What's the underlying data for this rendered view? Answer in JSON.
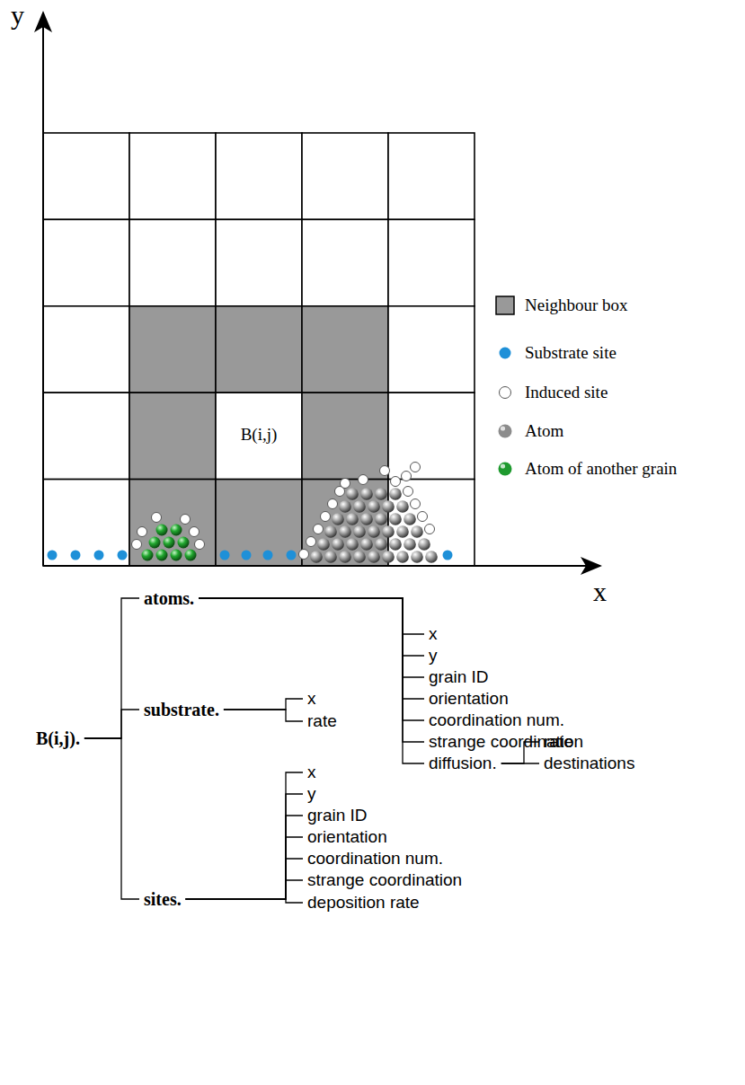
{
  "diagram": {
    "nodes": [
      {
        "text": [
          "B(i,j)"
        ]
      },
      {
        "text": [
          "B(i,j)."
        ]
      },
      {
        "text": [
          "atoms."
        ]
      },
      {
        "text": [
          "substrate."
        ]
      },
      {
        "text": [
          "sites."
        ]
      },
      {
        "text": [
          "x"
        ]
      },
      {
        "text": [
          "y"
        ]
      },
      {
        "text": [
          "grain ID"
        ]
      },
      {
        "text": [
          "orientation"
        ]
      },
      {
        "text": [
          "coordination num."
        ]
      },
      {
        "text": [
          "strange coordination"
        ]
      },
      {
        "text": [
          "diffusion."
        ]
      },
      {
        "text": [
          "rate"
        ]
      },
      {
        "text": [
          "destinations"
        ]
      },
      {
        "text": [
          "x"
        ]
      },
      {
        "text": [
          "rate"
        ]
      },
      {
        "text": [
          "x"
        ]
      },
      {
        "text": [
          "y"
        ]
      },
      {
        "text": [
          "grain ID"
        ]
      },
      {
        "text": [
          "orientation"
        ]
      },
      {
        "text": [
          "coordination num."
        ]
      },
      {
        "text": [
          "strange coordination"
        ]
      },
      {
        "text": [
          "deposition rate"
        ]
      }
    ],
    "edges": [
      {
        "from": 1,
        "to": 2,
        "arrow": "none"
      },
      {
        "from": 1,
        "to": 3,
        "arrow": "none"
      },
      {
        "from": 1,
        "to": 4,
        "arrow": "none"
      },
      {
        "from": 2,
        "to": 5,
        "arrow": "none"
      },
      {
        "from": 2,
        "to": 6,
        "arrow": "none"
      },
      {
        "from": 2,
        "to": 7,
        "arrow": "none"
      },
      {
        "from": 2,
        "to": 8,
        "arrow": "none"
      },
      {
        "from": 2,
        "to": 9,
        "arrow": "none"
      },
      {
        "from": 2,
        "to": 10,
        "arrow": "none"
      },
      {
        "from": 2,
        "to": 11,
        "arrow": "none"
      },
      {
        "from": 11,
        "to": 12,
        "arrow": "none"
      },
      {
        "from": 11,
        "to": 13,
        "arrow": "none"
      },
      {
        "from": 3,
        "to": 14,
        "arrow": "none"
      },
      {
        "from": 3,
        "to": 15,
        "arrow": "none"
      },
      {
        "from": 4,
        "to": 16,
        "arrow": "none"
      },
      {
        "from": 4,
        "to": 17,
        "arrow": "none"
      },
      {
        "from": 4,
        "to": 18,
        "arrow": "none"
      },
      {
        "from": 4,
        "to": 19,
        "arrow": "none"
      },
      {
        "from": 4,
        "to": 20,
        "arrow": "none"
      },
      {
        "from": 4,
        "to": 21,
        "arrow": "none"
      },
      {
        "from": 4,
        "to": 22,
        "arrow": "none"
      }
    ],
    "labels": [
      "y",
      "x"
    ],
    "legend": [
      {
        "text": "Neighbour box",
        "color": "#999999"
      },
      {
        "text": "Substrate site",
        "color": "#1e90d8"
      },
      {
        "text": "Induced site"
      },
      {
        "text": "Atom",
        "color": "#8c8c8c"
      },
      {
        "text": "Atom of another grain",
        "color": "#1f9a2f"
      }
    ]
  }
}
